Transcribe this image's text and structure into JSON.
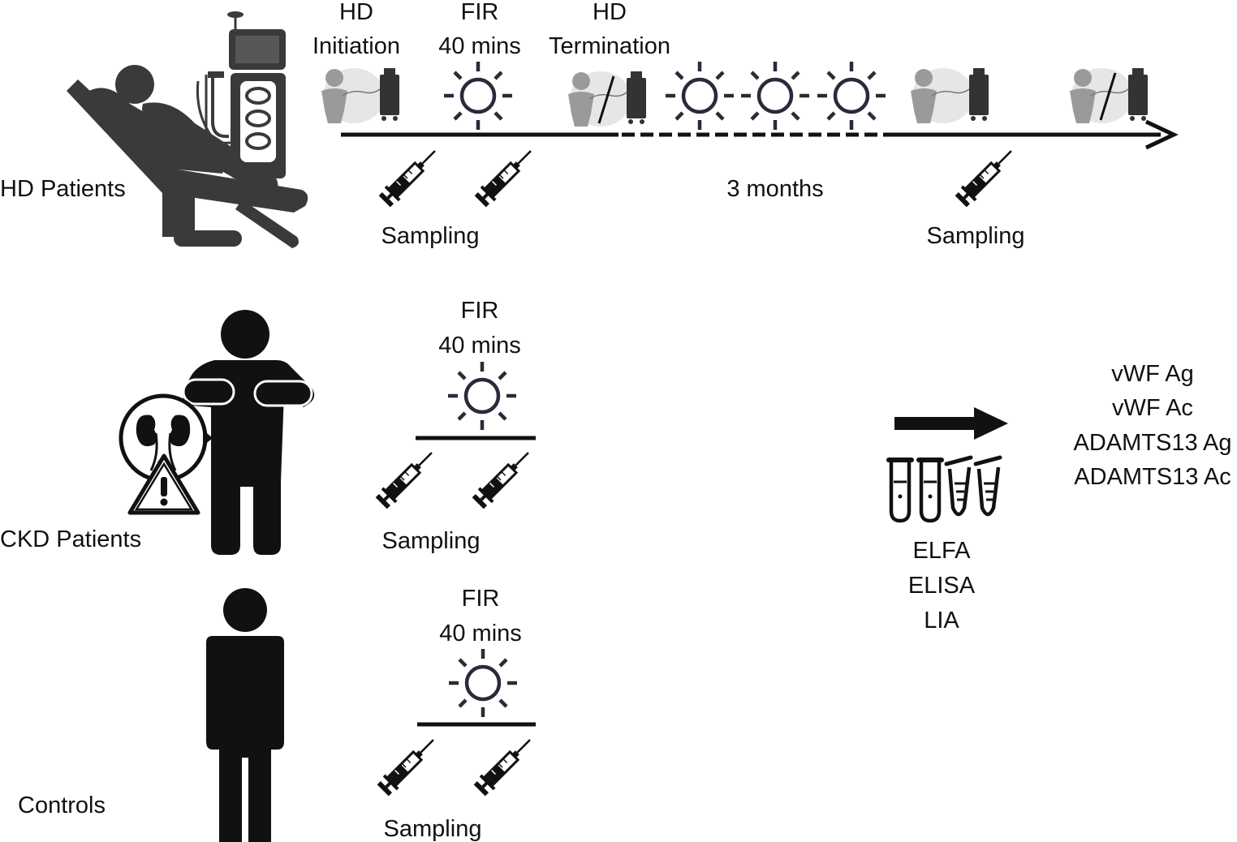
{
  "colors": {
    "ink": "#111111",
    "sun": "#2a2a3a",
    "grey_figure": "#9a9a9a",
    "grey_halo": "#e6e6e6",
    "machine": "#333333",
    "chair": "#3a3a3a"
  },
  "hd_row": {
    "label": "HD Patients",
    "events": [
      {
        "line1": "HD",
        "line2": "Initiation"
      },
      {
        "line1": "FIR",
        "line2": "40 mins"
      },
      {
        "line1": "HD",
        "line2": "Termination"
      }
    ],
    "duration_label": "3 months",
    "sampling_label_1": "Sampling",
    "sampling_label_2": "Sampling"
  },
  "ckd_row": {
    "label": "CKD Patients",
    "fir_line1": "FIR",
    "fir_line2": "40 mins",
    "sampling_label": "Sampling"
  },
  "controls_row": {
    "label": "Controls",
    "fir_line1": "FIR",
    "fir_line2": "40 mins",
    "sampling_label": "Sampling"
  },
  "assays": {
    "methods": [
      "ELFA",
      "ELISA",
      "LIA"
    ],
    "measures": [
      "vWF Ag",
      "vWF Ac",
      "ADAMTS13 Ag",
      "ADAMTS13 Ac"
    ]
  },
  "icons": {
    "hd_chair": "dialysis-chair-icon",
    "sun": "sun-icon",
    "syringe": "syringe-icon",
    "patient_on_machine": "patient-machine-icon",
    "person": "person-icon",
    "kidney_warning": "kidney-warning-icon",
    "test_tubes": "test-tube-icon"
  }
}
